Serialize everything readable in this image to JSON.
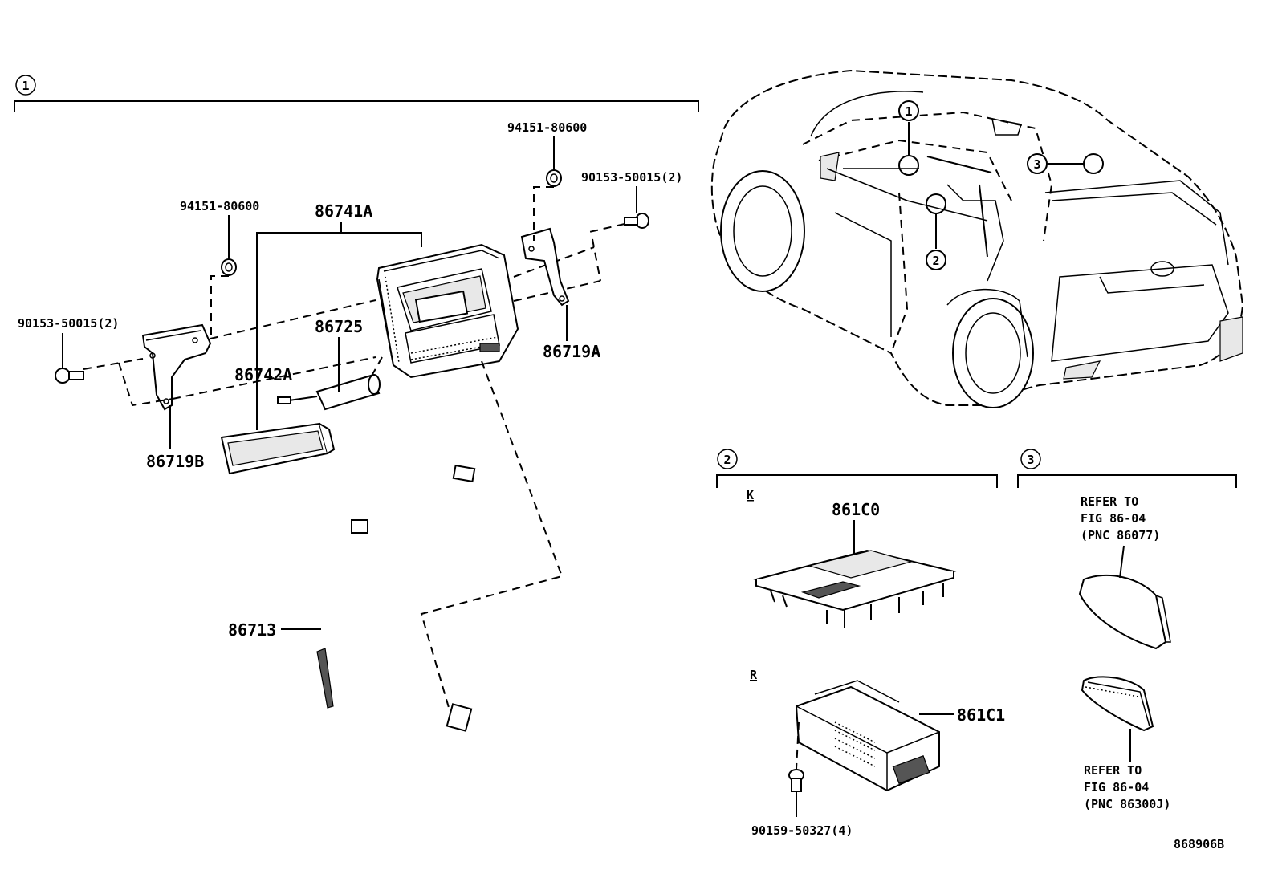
{
  "sections": {
    "main": {
      "marker": "1"
    },
    "sub2": {
      "marker": "2"
    },
    "sub3": {
      "marker": "3"
    }
  },
  "vehicle": {
    "callouts": [
      "1",
      "2",
      "3"
    ]
  },
  "labels": {
    "p94151_top": "94151-80600",
    "p90153_right": "90153-50015(2)",
    "p94151_left": "94151-80600",
    "p86741A": "86741A",
    "p90153_left": "90153-50015(2)",
    "p86725": "86725",
    "p86742A": "86742A",
    "p86719A": "86719A",
    "p86719B": "86719B",
    "p86713": "86713",
    "p861C0": "861C0",
    "p861C1": "861C1",
    "p90159": "90159-50327(4)"
  },
  "variants": {
    "k": "K",
    "r": "R"
  },
  "refs": {
    "ref1": [
      "REFER TO",
      "FIG 86-04",
      "(PNC 86077)"
    ],
    "ref2": [
      "REFER TO",
      "FIG 86-04",
      "(PNC 86300J)"
    ]
  },
  "figure_id": "868906B"
}
